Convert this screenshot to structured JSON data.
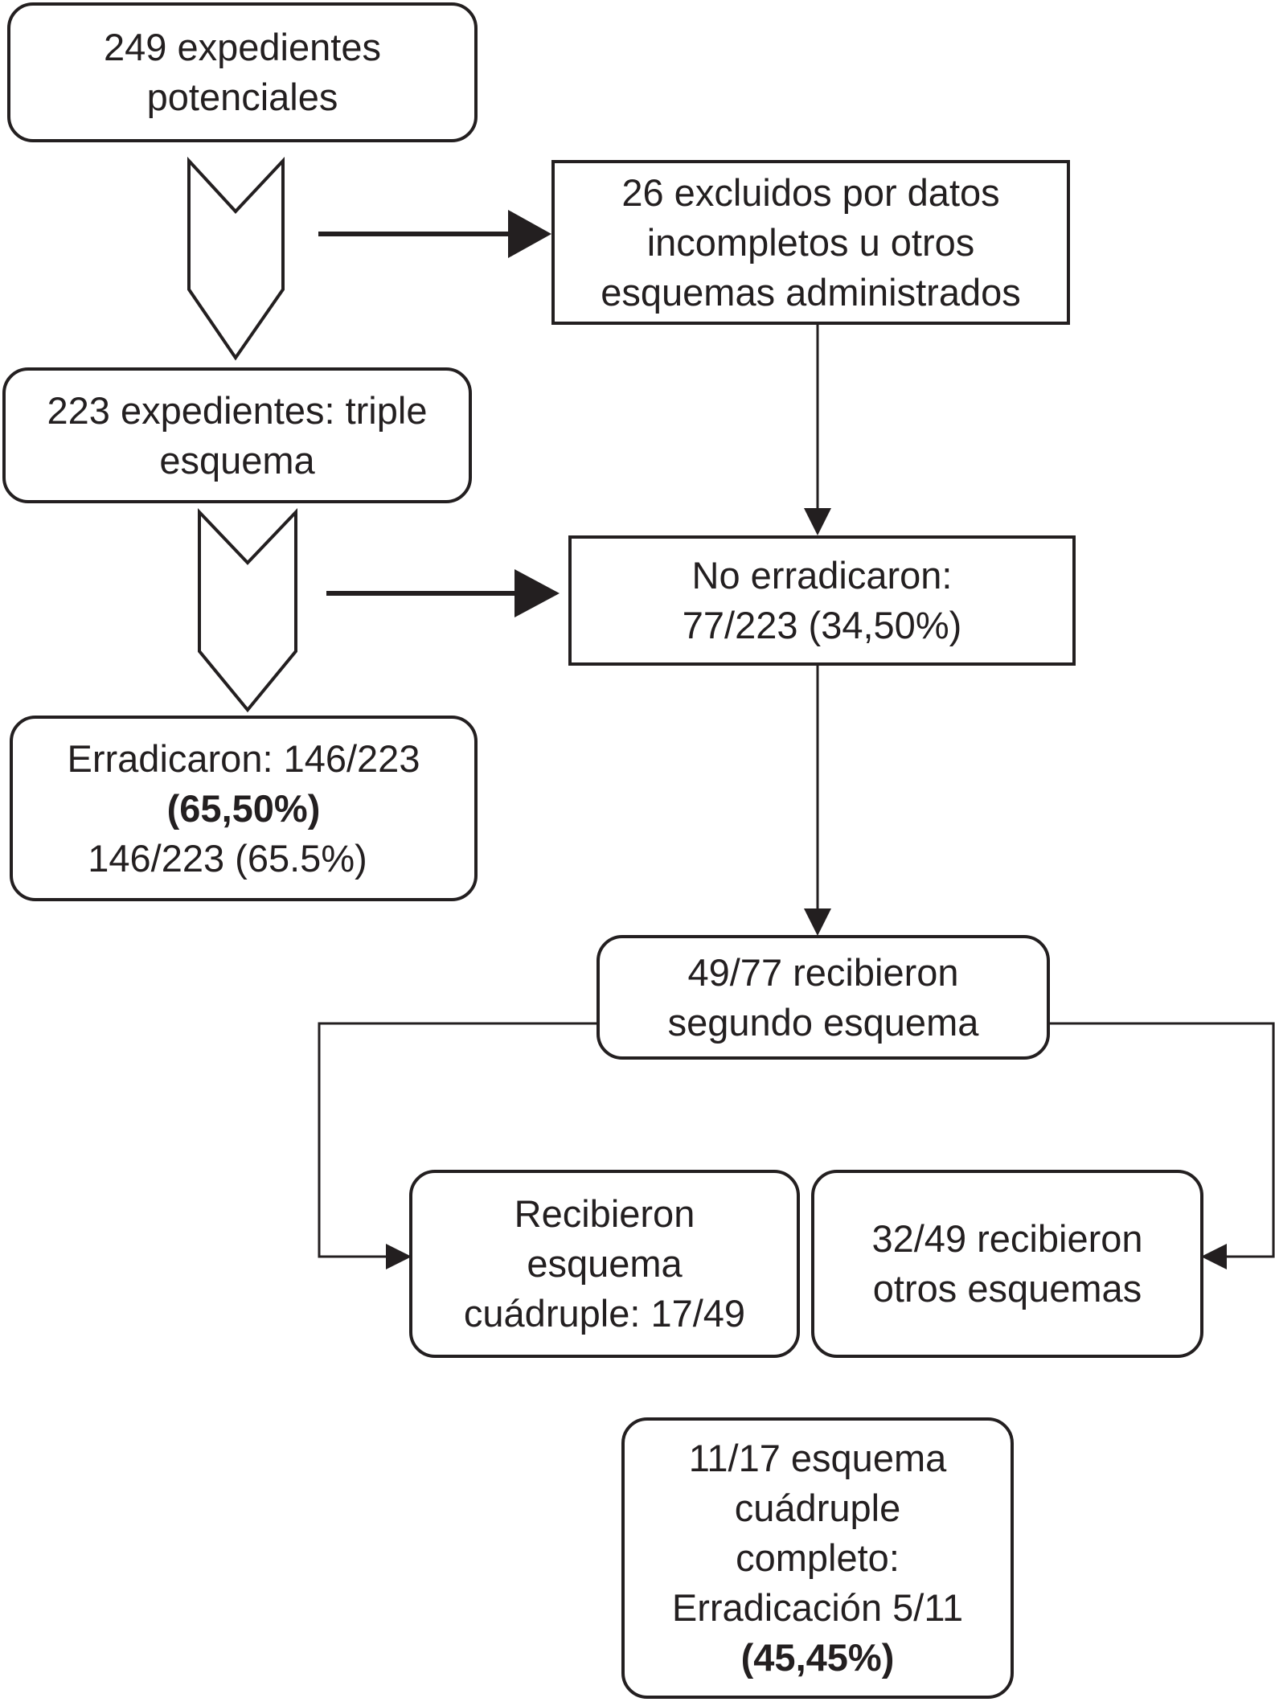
{
  "boxes": {
    "potential_records": {
      "lines": [
        "249 expedientes",
        "potenciales"
      ]
    },
    "excluded": {
      "lines": [
        "26 excluidos por datos",
        "incompletos u otros",
        "esquemas administrados"
      ]
    },
    "triple_scheme": {
      "lines": [
        "223 expedientes: triple",
        "esquema"
      ]
    },
    "not_eradicated": {
      "lines": [
        "No erradicaron:",
        "77/223 (34,50%)"
      ]
    },
    "eradicated": {
      "lines": [
        "Erradicaron: 146/223",
        "(65,50%)",
        "146/223 (65.5%)"
      ]
    },
    "second_scheme": {
      "lines": [
        "49/77 recibieron",
        "segundo esquema"
      ]
    },
    "quadruple_scheme": {
      "lines": [
        "Recibieron",
        "esquema",
        "cuádruple: 17/49"
      ]
    },
    "other_schemes": {
      "lines": [
        "32/49 recibieron",
        "otros esquemas"
      ]
    },
    "quadruple_complete": {
      "lines": [
        "11/17 esquema",
        "cuádruple",
        "completo:",
        "Erradicación 5/11",
        "(45,45%)"
      ]
    }
  }
}
